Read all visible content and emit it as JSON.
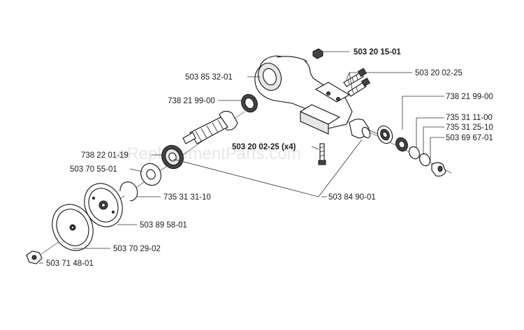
{
  "watermark": "eReplacementParts.com",
  "parts": [
    {
      "id": "p1",
      "label": "503 20 15-01",
      "bold": true
    },
    {
      "id": "p2",
      "label": "503 85 32-01",
      "bold": false
    },
    {
      "id": "p3",
      "label": "503 20 02-25",
      "bold": false
    },
    {
      "id": "p4",
      "label": "738 21 99-00",
      "bold": false
    },
    {
      "id": "p5",
      "label": "738 21 99-00",
      "bold": false
    },
    {
      "id": "p6",
      "label": "735 31 11-00",
      "bold": false
    },
    {
      "id": "p7",
      "label": "735 31 25-10",
      "bold": false
    },
    {
      "id": "p8",
      "label": "503 69 67-01",
      "bold": false
    },
    {
      "id": "p9",
      "label": "503 20 02-25 (x4)",
      "bold": true
    },
    {
      "id": "p10",
      "label": "738 22 01-19",
      "bold": false
    },
    {
      "id": "p11",
      "label": "503 70 55-01",
      "bold": false
    },
    {
      "id": "p12",
      "label": "735 31 31-10",
      "bold": false
    },
    {
      "id": "p13",
      "label": "503 84 90-01",
      "bold": false
    },
    {
      "id": "p14",
      "label": "503 89 58-01",
      "bold": false
    },
    {
      "id": "p15",
      "label": "503 70 29-02",
      "bold": false
    },
    {
      "id": "p16",
      "label": "503 71 48-01",
      "bold": false
    }
  ]
}
